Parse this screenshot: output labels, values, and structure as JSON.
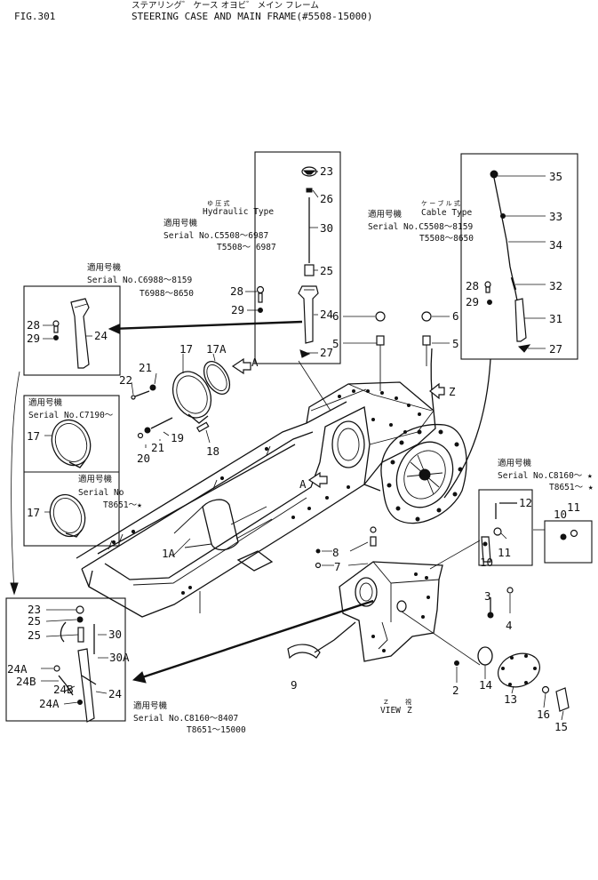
{
  "header": {
    "fig": "FIG.301",
    "jp_title": "ステアリング゛ ケース オヨビ゛ メイン フレーム",
    "title": "STEERING CASE AND MAIN FRAME(#5508-15000)"
  },
  "hydraulic_box": {
    "furigana": "ゆ   圧   式",
    "type": "Hydraulic Type",
    "jp": "適用号機",
    "serial": "Serial No.C5508～6987",
    "serial2": "T5508～ 6987"
  },
  "cable_box": {
    "furigana": "ケ ー ブ ル 式",
    "type": "Cable Type",
    "jp": "適用号機",
    "serial": "Serial No.C5508～8159",
    "serial2": "T5508～8650"
  },
  "left_top_box": {
    "jp": "適用号機",
    "serial": "Serial No.C6988～8159",
    "serial2": "T6988～8650"
  },
  "left_mid_box": {
    "jp1": "適用号機",
    "serial1": "Serial No.C7190～",
    "jp2": "適用号機",
    "serial2a": "Serial No",
    "serial2b": "T8651～★"
  },
  "right_box": {
    "jp": "適用号機",
    "serial": "Serial No.C8160～ ★",
    "serial2": "T8651～ ★"
  },
  "bottom_left_caption": {
    "jp": "適用号機",
    "serial": "Serial No.C8160～8407",
    "serial2": "T8651～15000"
  },
  "view_z": {
    "label": "VIEW",
    "z1": "Z",
    "z2": "Z",
    "jp": "視"
  },
  "callouts": {
    "c23": "23",
    "c26": "26",
    "c30": "30",
    "c25": "25",
    "c28": "28",
    "c29": "29",
    "c24": "24",
    "c27": "27",
    "c35": "35",
    "c33": "33",
    "c34": "34",
    "c32": "32",
    "r28": "28",
    "r29": "29",
    "c31": "31",
    "r27": "27",
    "c6a": "6",
    "c5a": "5",
    "c6b": "6",
    "c5b": "5",
    "l28": "28",
    "l29": "29",
    "l24": "24",
    "c17": "17",
    "c17A": "17A",
    "arrA1": "A",
    "c22": "22",
    "c21": "21",
    "c19": "19",
    "c21b": "21",
    "c20": "20",
    "c18": "18",
    "arrZ": "Z",
    "m17a": "17",
    "m17b": "17",
    "arrA2": "A",
    "frame1A": "1A",
    "c8": "8",
    "c7": "7",
    "c9": "9",
    "c2": "2",
    "c3": "3",
    "c4": "4",
    "c14": "14",
    "c13": "13",
    "c16": "16",
    "c15": "15",
    "c12": "12",
    "c10": "10",
    "c11": "11",
    "rb10": "10",
    "rb11": "11",
    "b23": "23",
    "b25a": "25",
    "b25b": "25",
    "b30": "30",
    "b30A": "30A",
    "b24A1": "24A",
    "b24B1": "24B",
    "b24B2": "24B",
    "b24": "24",
    "b24A2": "24A"
  }
}
